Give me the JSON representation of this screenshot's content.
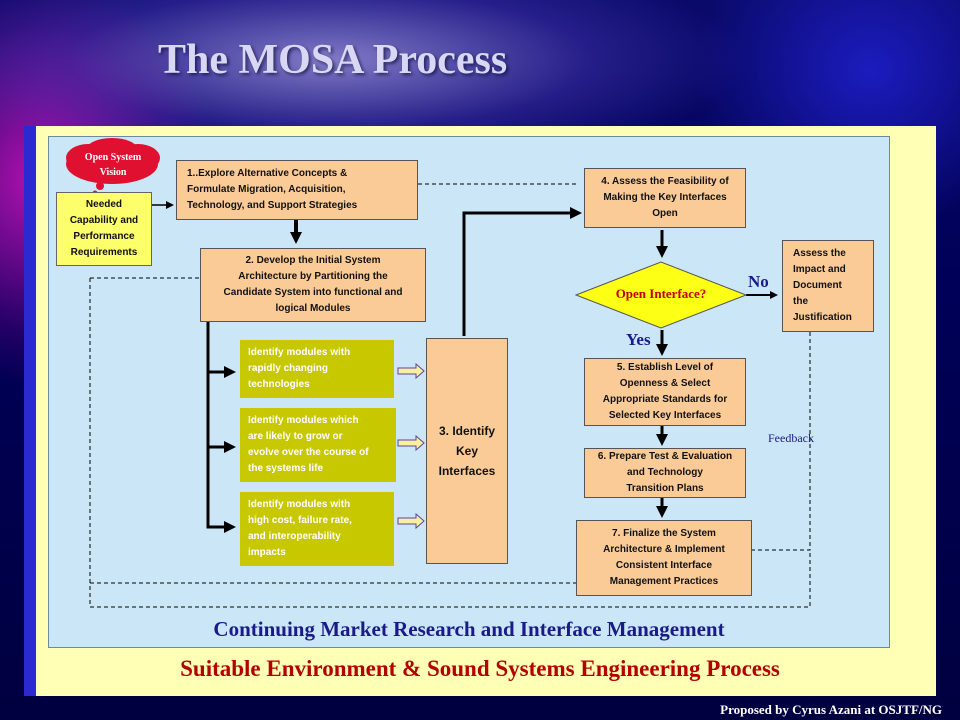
{
  "title": "The MOSA Process",
  "cloud": "Open System\nVision",
  "needed": "Needed\nCapability and\nPerformance\nRequirements",
  "step1": "1..Explore Alternative Concepts &\nFormulate Migration, Acquisition,\nTechnology, and Support Strategies",
  "step2": "2. Develop the Initial System\nArchitecture by Partitioning  the\nCandidate System into functional and\nlogical Modules",
  "step3": "3. Identify\nKey\nInterfaces",
  "identify1": "Identify modules with\nrapidly changing\ntechnologies",
  "identify2": "Identify modules which\nare likely to grow or\nevolve over the course of\nthe systems life",
  "identify3": "Identify modules with\nhigh  cost, failure rate,\nand interoperability\nimpacts",
  "step4": "4. Assess the Feasibility of\nMaking the Key Interfaces\nOpen",
  "decision": "Open Interface?",
  "no_label": "No",
  "yes_label": "Yes",
  "assess_impact": "Assess the\nImpact and\nDocument\nthe\nJustification",
  "step5": "5. Establish Level  of\nOpenness  & Select\nAppropriate Standards for\nSelected Key Interfaces",
  "step6": "6. Prepare Test & Evaluation\nand Technology\nTransition Plans",
  "step7": "7. Finalize the System\nArchitecture  & Implement\nConsistent Interface\nManagement Practices",
  "feedback": "Feedback",
  "banner_inner": "Continuing Market Research and Interface Management",
  "banner_outer": "Suitable Environment & Sound Systems Engineering Process",
  "credit": "Proposed by Cyrus Azani at OSJTF/NG",
  "colors": {
    "process_box": "#fbcb97",
    "decision": "#fdff14",
    "identify_box": "#c8c800",
    "inner_panel": "#cbe7f7",
    "outer_panel": "#ffffb6",
    "cloud": "#e01030"
  }
}
